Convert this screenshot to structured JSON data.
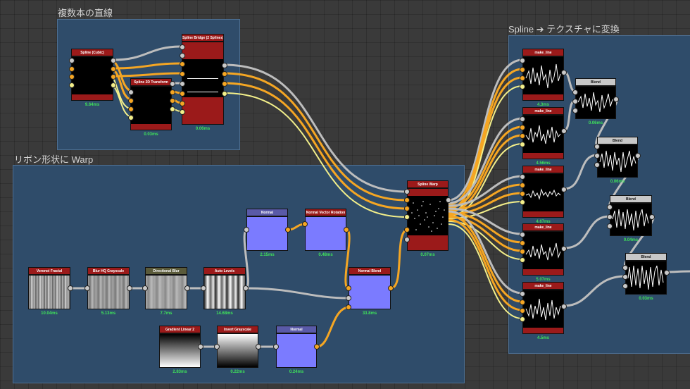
{
  "frames": {
    "multi_lines": {
      "title": "複数本の直線"
    },
    "ribbon_warp": {
      "title": "リボン形状に Warp"
    },
    "spline_to_texture": {
      "title": "Spline ➔ テクスチャに変換"
    }
  },
  "nodes": {
    "spline_cubic": {
      "label": "Spline (Cubic)",
      "time": "9.64ms"
    },
    "spline_2d_transform": {
      "label": "Spline 2D Transform",
      "time": "0.03ms"
    },
    "spline_bridge": {
      "label": "Spline Bridge (2 Splines)",
      "time": "0.06ms"
    },
    "voronoi_fractal": {
      "label": "Voronoi Fractal",
      "time": "10.04ms"
    },
    "blur_hq": {
      "label": "Blur HQ Grayscale",
      "time": "5.13ms"
    },
    "directional_blur": {
      "label": "Directional Blur",
      "time": "7.7ms"
    },
    "auto_levels": {
      "label": "Auto Levels",
      "time": "14.68ms"
    },
    "normal_1": {
      "label": "Normal",
      "time": "2.15ms"
    },
    "normal_vector_rotation": {
      "label": "Normal Vector Rotation",
      "time": "0.48ms"
    },
    "normal_blend": {
      "label": "Normal Blend",
      "time": "33.8ms"
    },
    "gradient_linear_2": {
      "label": "Gradient Linear 2",
      "time": "2.83ms"
    },
    "invert_grayscale": {
      "label": "Invert Grayscale",
      "time": "0.22ms"
    },
    "normal_2": {
      "label": "Normal",
      "time": "0.24ms"
    },
    "spline_warp": {
      "label": "Spline Warp",
      "time": "0.07ms"
    },
    "make_line_1": {
      "label": "make_line",
      "time": "4.3ms"
    },
    "make_line_2": {
      "label": "make_line",
      "time": "4.56ms"
    },
    "make_line_3": {
      "label": "make_line",
      "time": "4.67ms"
    },
    "make_line_4": {
      "label": "make_line",
      "time": "5.07ms"
    },
    "make_line_5": {
      "label": "make_line",
      "time": "4.5ms"
    },
    "blend_1": {
      "label": "Blend",
      "time": "0.06ms"
    },
    "blend_2": {
      "label": "Blend",
      "time": "0.06ms"
    },
    "blend_3": {
      "label": "Blend",
      "time": "0.04ms"
    },
    "blend_4": {
      "label": "Blend",
      "time": "0.03ms"
    }
  },
  "colors": {
    "header_red": "#9b1a1a",
    "header_gray": "#c8c8c8",
    "header_olive": "#5a5a3a",
    "header_blue": "#5a5aa8",
    "normal_body": "#7b7bff",
    "wire_gray": "#bdbdbd",
    "wire_orange": "#f5a623",
    "wire_yellow": "#f3ef8a",
    "time_green": "#3fe35a"
  }
}
